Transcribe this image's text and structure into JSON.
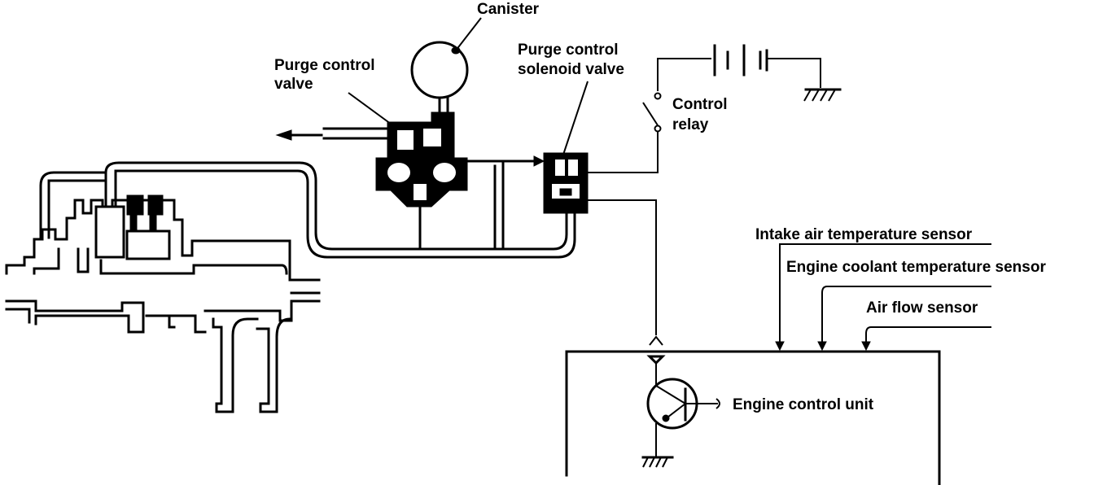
{
  "labels": {
    "canister": "Canister",
    "purge_control_valve_1": "Purge control",
    "purge_control_valve_2": "valve",
    "purge_solenoid_1": "Purge control",
    "purge_solenoid_2": "solenoid valve",
    "control_relay_1": "Control",
    "control_relay_2": "relay",
    "intake_air_temp_sensor": "Intake air temperature sensor",
    "engine_coolant_temp_sensor": "Engine coolant temperature sensor",
    "air_flow_sensor": "Air flow sensor",
    "engine_control_unit": "Engine control unit"
  }
}
